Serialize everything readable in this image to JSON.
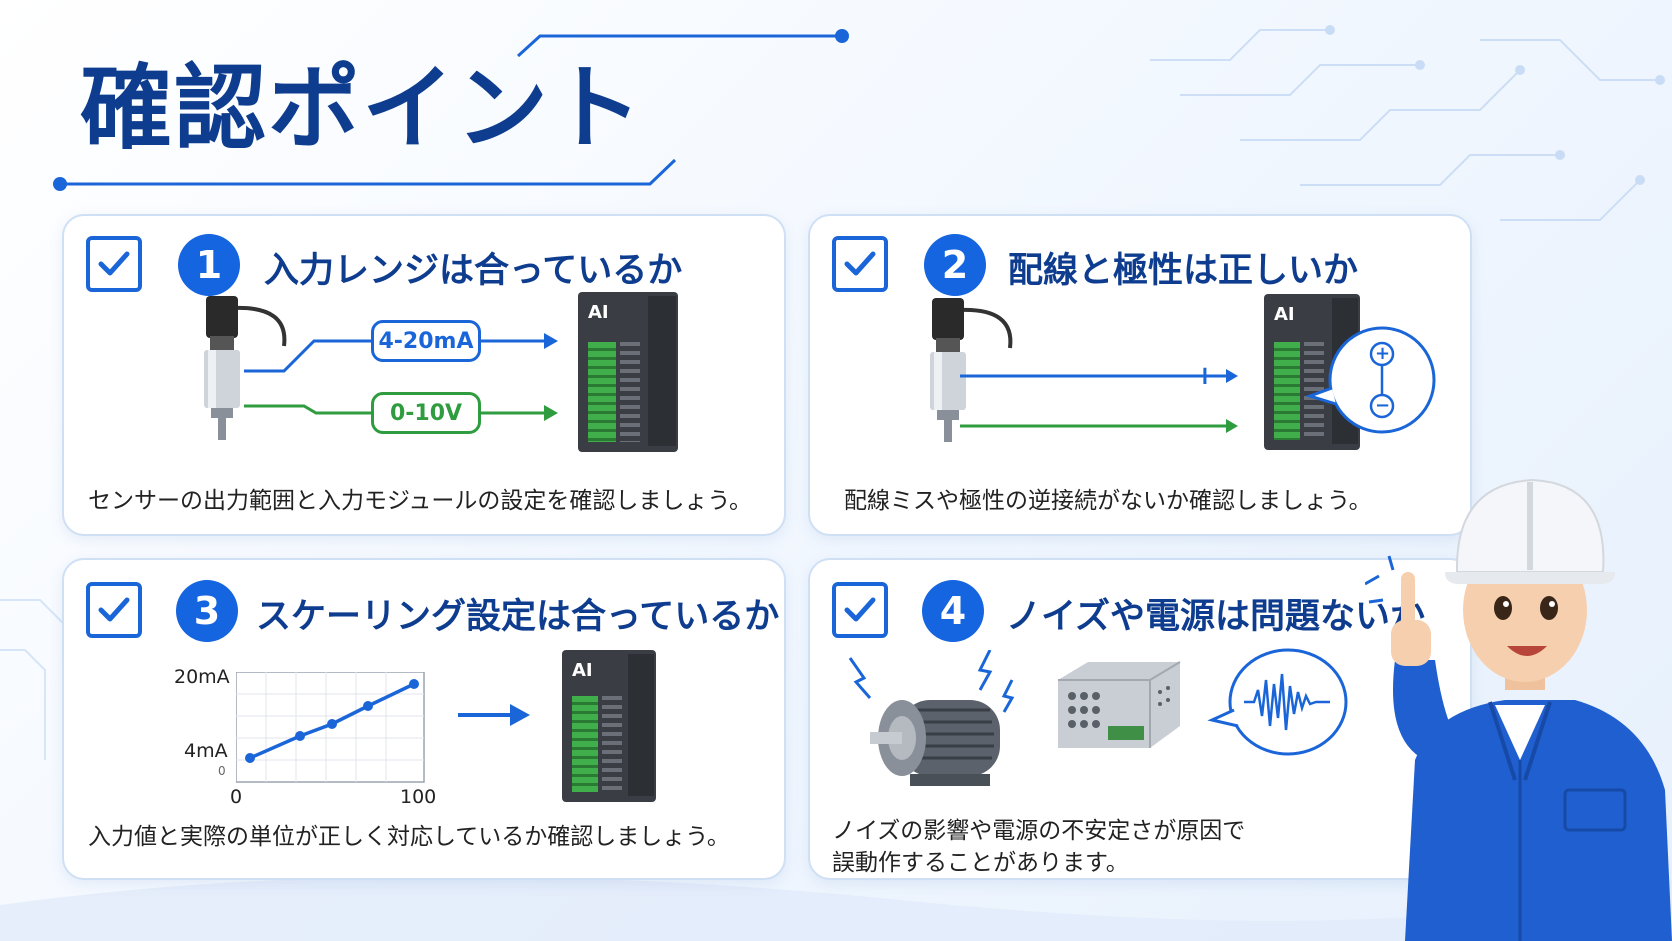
{
  "title": "確認ポイント",
  "cards": [
    {
      "number": "1",
      "title": "入力レンジは合っているか",
      "description": "センサーの出力範囲と入力モジュールの設定を確認しましょう。",
      "signal_labels": [
        "4-20mA",
        "0-10V"
      ],
      "module_label": "AI"
    },
    {
      "number": "2",
      "title": "配線と極性は正しいか",
      "description": "配線ミスや極性の逆接続がないか確認しましょう。",
      "module_label": "AI",
      "polarity": [
        "+",
        "−"
      ]
    },
    {
      "number": "3",
      "title": "スケーリング設定は合っているか",
      "description": "入力値と実際の単位が正しく対応しているか確認しましょう。",
      "module_label": "AI",
      "graph": {
        "y_labels": [
          "20mA",
          "4mA"
        ],
        "y_zero": "0",
        "x_labels": [
          "0",
          "100"
        ]
      }
    },
    {
      "number": "4",
      "title": "ノイズや電源は問題ないか",
      "description_lines": [
        "ノイズの影響や電源の不安定さが原因で",
        "誤動作することがあります。"
      ]
    }
  ],
  "colors": {
    "title": "#0e3d8f",
    "accent": "#1565e0",
    "green": "#2e9c3f",
    "card_border": "#cfe0f5"
  },
  "icons": [
    "checkbox-icon",
    "sensor-icon",
    "ai-module-icon",
    "polarity-bubble-icon",
    "graph-icon",
    "motor-icon",
    "power-supply-icon",
    "noise-wave-icon",
    "worker-illustration"
  ]
}
